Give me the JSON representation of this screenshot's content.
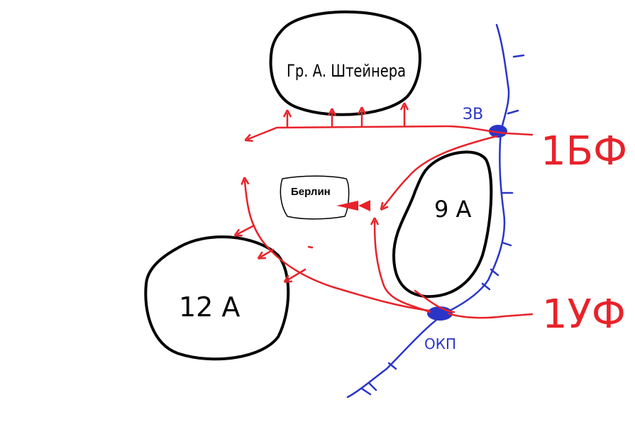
{
  "colors": {
    "front": "#e8222a",
    "river": "#2a35c8",
    "outline": "#000000",
    "background": "#ffffff"
  },
  "labels": {
    "steiner_group": "Гр. А. Штейнера",
    "berlin": "Берлин",
    "army_9": "9 А",
    "army_12": "12 А",
    "front_1b": "1БФ",
    "front_1u": "1УФ",
    "crossing_north": "ЗВ",
    "crossing_south": "ОКП"
  }
}
